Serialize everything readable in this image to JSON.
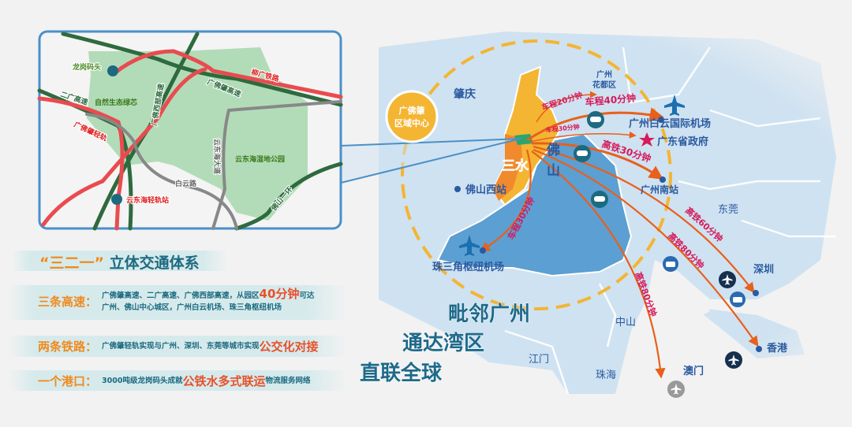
{
  "inset": {
    "labels": {
      "longgang_pier": "龙岗码头",
      "erguang_expressway": "二广高速",
      "nature_green_core": "自然生态绿芯",
      "guangfo_west_expressway": "广佛西部高速",
      "guangfozhao_expressway": "广佛肇高速",
      "liuguang_railway": "柳广铁路",
      "guangfozhao_light_rail": "广佛肇轻轨",
      "yundonghai_avenue": "云东海大道",
      "yundonghai_wetland_park": "云东海湿地公园",
      "baiyun_road": "白云路",
      "foshan_ring": "佛山一环",
      "yundonghai_station": "云东海轻轨站"
    }
  },
  "map": {
    "center_badge": [
      "广佛肇",
      "区域中心"
    ],
    "places": {
      "zhaoqing": "肇庆",
      "foshan_west": "佛山西站",
      "foshan": [
        "佛",
        "山"
      ],
      "sanshui": "三水",
      "prd_airport": "珠三角枢纽机场",
      "huadu": [
        "广州",
        "花都区"
      ],
      "baiyun_airport": "广州白云国际机场",
      "gov": "广东省政府",
      "gz_south": "广州南站",
      "dongguan": "东莞",
      "shenzhen": "深圳",
      "hongkong": "香港",
      "macau": "澳门",
      "zhongshan": "中山",
      "jiangmen": "江门",
      "zhuhai": "珠海"
    },
    "routes": {
      "huadu": "车程20分钟",
      "baiyun": "车程40分钟",
      "gov": "车程30分钟",
      "gz_south": "高铁30分钟",
      "prd_airport": "车程30分钟",
      "shenzhen": "高铁60分钟",
      "hongkong": "高铁80分钟",
      "macau": "高铁80分钟"
    },
    "slogans": [
      "毗邻广州",
      "通达湾区",
      "直联全球"
    ]
  },
  "panel": {
    "title_quote": "“三二一”",
    "title_rest": "立体交通体系",
    "rows": [
      {
        "label": "三条高速：",
        "line1a": "广佛肇高速、二广高速、广佛西部高速，从园区",
        "highlight": "40分钟",
        "line1b": "可达",
        "line2": "广州、佛山中心城区，广州白云机场、珠三角枢纽机场"
      },
      {
        "label": "两条铁路：",
        "text": "广佛肇轻轨实现与广州、深圳、东莞等城市实现",
        "highlight": "公交化对接"
      },
      {
        "label": "一个港口：",
        "text": "3000吨级龙岗码头成就",
        "highlight": "公铁水多式联运",
        "tail": "物流服务网络"
      }
    ]
  },
  "colors": {
    "accent_orange": "#f08a1c",
    "red_highlight": "#e8502a",
    "teal_text": "#1c6a80",
    "route": "#e8601c",
    "route_label": "#d6195a"
  }
}
